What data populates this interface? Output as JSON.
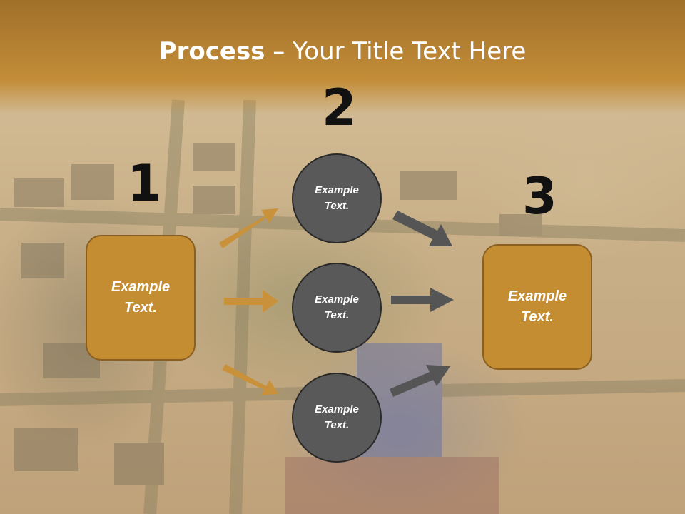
{
  "title": {
    "bold": "Process",
    "rest": " – Your Title Text Here"
  },
  "steps": {
    "n1": "1",
    "n2": "2",
    "n3": "3"
  },
  "box_left": {
    "line1": "Example",
    "line2": "Text."
  },
  "box_right": {
    "line1": "Example",
    "line2": "Text."
  },
  "circles": [
    {
      "line1": "Example",
      "line2": "Text."
    },
    {
      "line1": "Example",
      "line2": "Text."
    },
    {
      "line1": "Example",
      "line2": "Text."
    }
  ],
  "colors": {
    "orange": "#c58d32",
    "gray": "#595959",
    "arrow_orange": "#c9913a",
    "arrow_gray": "#555555"
  }
}
